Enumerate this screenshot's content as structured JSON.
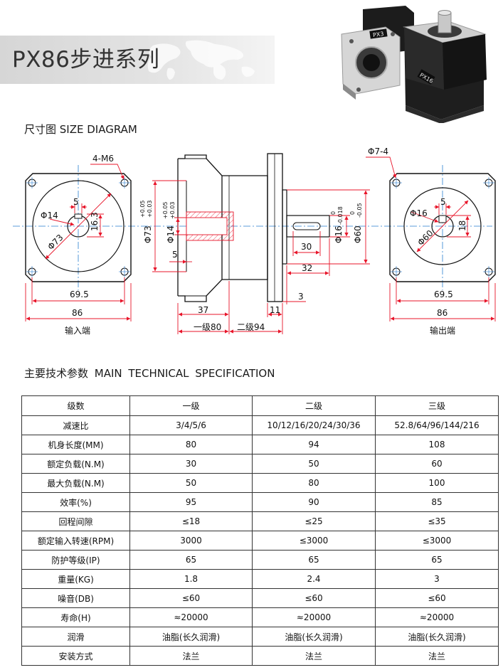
{
  "header": {
    "title": "PX86步进系列"
  },
  "product_photo": {
    "label_left": "PX3",
    "label_right": "PX16",
    "colors": {
      "body": "#1c1c1c",
      "flange": "#d9d9d9",
      "shaft": "#c8c8c8"
    }
  },
  "size_diagram": {
    "heading": "尺寸图 SIZE DIAGRAM",
    "input_view": {
      "hole_label": "4-M6",
      "key_width": "5",
      "bore_dia": "Φ14",
      "key_depth": "16.3",
      "pilot_dia": "Φ73",
      "bolt_pitch": "69.5",
      "flange": "86",
      "caption": "输入端"
    },
    "side_view": {
      "pilot_dia": "Φ73",
      "pilot_tol_upper": "+0.05",
      "pilot_tol_lower": "+0.03",
      "bore_dia": "Φ14",
      "bore_tol_upper": "+0.05",
      "bore_tol_lower": "+0.03",
      "key_width": "5",
      "input_length": "37",
      "stage1_length": "一级80",
      "stage2_length": "二级94",
      "flange_thickness": "11",
      "spigot": "3",
      "key_length": "30",
      "shaft_length": "32",
      "shaft_dia": "Φ16",
      "shaft_tol_upper": "0",
      "shaft_tol_lower": "-0.018",
      "spigot_dia": "Φ60",
      "spigot_tol_upper": "0",
      "spigot_tol_lower": "-0.05"
    },
    "output_view": {
      "hole_label": "Φ7-4",
      "key_width": "5",
      "shaft_dia": "Φ16",
      "key_height": "18",
      "spigot_dia": "Φ60",
      "bolt_pitch": "69.5",
      "flange": "86",
      "caption": "输出端"
    }
  },
  "specification": {
    "heading": "主要技术参数 MAIN TECHNICAL SPECIFICATION",
    "rows": [
      [
        "级数",
        "一级",
        "二级",
        "三级"
      ],
      [
        "减速比",
        "3/4/5/6",
        "10/12/16/20/24/30/36",
        "52.8/64/96/144/216"
      ],
      [
        "机身长度(MM)",
        "80",
        "94",
        "108"
      ],
      [
        "额定负载(N.M)",
        "30",
        "50",
        "60"
      ],
      [
        "最大负载(N.M)",
        "50",
        "80",
        "100"
      ],
      [
        "效率(%)",
        "95",
        "90",
        "85"
      ],
      [
        "回程间隙",
        "≤18",
        "≤25",
        "≤35"
      ],
      [
        "额定输入转速(RPM)",
        "3000",
        "≤3000",
        "≤3000"
      ],
      [
        "防护等级(IP)",
        "65",
        "65",
        "65"
      ],
      [
        "重量(KG)",
        "1.8",
        "2.4",
        "3"
      ],
      [
        "噪音(DB)",
        "≤60",
        "≤60",
        "≤60"
      ],
      [
        "寿命(H)",
        "≈20000",
        "≈20000",
        "≈20000"
      ],
      [
        "润滑",
        "油脂(长久润滑)",
        "油脂(长久润滑)",
        "油脂(长久润滑)"
      ],
      [
        "安装方式",
        "法兰",
        "法兰",
        "法兰"
      ]
    ]
  }
}
